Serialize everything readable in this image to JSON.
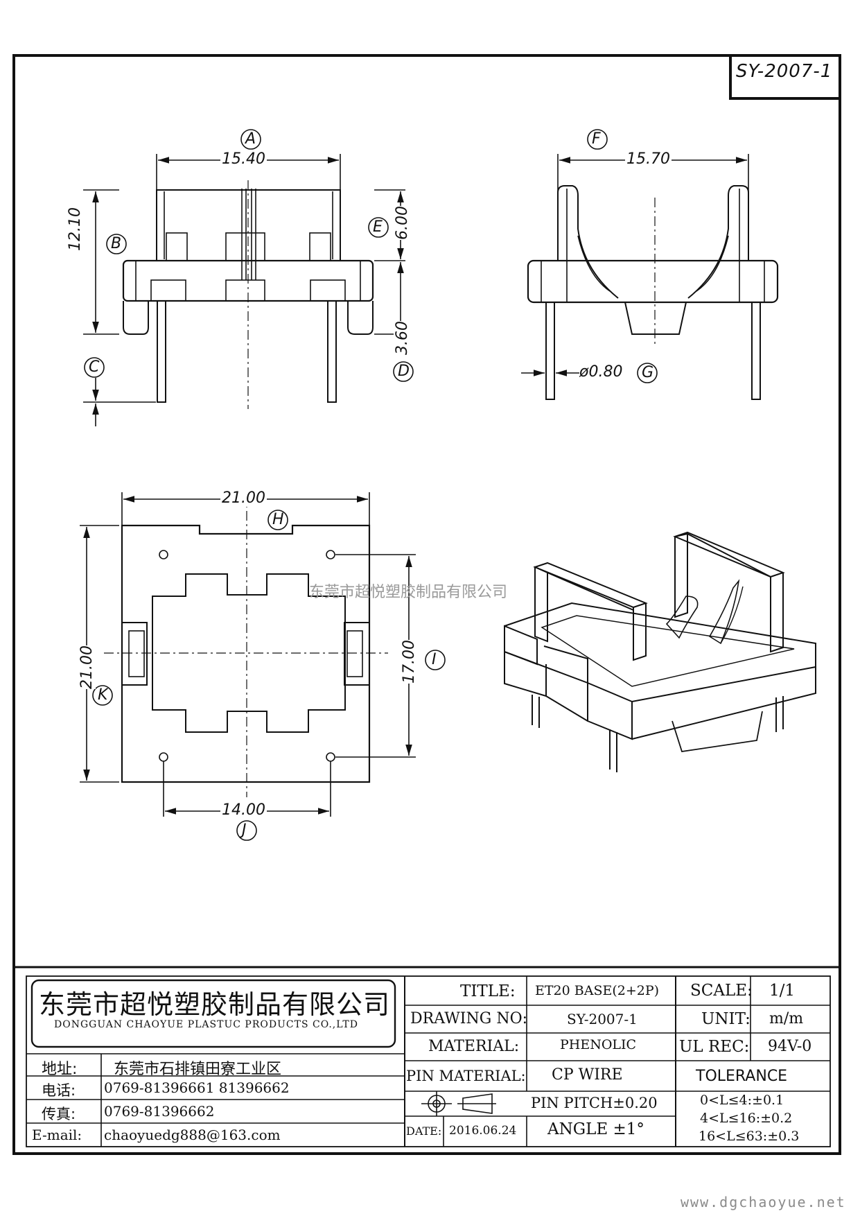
{
  "drawing_number_tag": "SY-2007-1",
  "views": {
    "front": {
      "label_a": "A",
      "dim_width": "15.40",
      "label_b": "B",
      "label_c": "C",
      "dim_height": "12.10",
      "label_e": "E",
      "dim_top": "6.00",
      "label_d": "D",
      "dim_bottom": "3.60"
    },
    "side": {
      "label_f": "F",
      "dim_width": "15.70",
      "label_g": "G",
      "dim_pin": "ø0.80"
    },
    "bottom": {
      "dim_width": "21.00",
      "label_h": "H",
      "dim_height": "21.00",
      "label_k": "K",
      "dim_inner": "17.00",
      "label_i": "I",
      "dim_pitch": "14.00",
      "label_j": "J"
    }
  },
  "watermark": "东莞市超悦塑胶制品有限公司",
  "title_block": {
    "company_cn": "东莞市超悦塑胶制品有限公司",
    "company_en": "DONGGUAN CHAOYUE PLASTUC PRODUCTS CO.,LTD",
    "address_label": "地址:",
    "address_value": "东莞市石排镇田寮工业区",
    "phone_label": "电话:",
    "phone_value": "0769-81396661  81396662",
    "fax_label": "传真:",
    "fax_value": "0769-81396662",
    "email_label": "E-mail:",
    "email_value": "chaoyuedg888@163.com",
    "title_label": "TITLE:",
    "title_value": "ET20 BASE(2+2P)",
    "drawing_no_label": "DRAWING NO:",
    "drawing_no_value": "SY-2007-1",
    "material_label": "MATERIAL:",
    "material_value": "PHENOLIC",
    "pin_material_label": "PIN MATERIAL:",
    "pin_material_value": "CP WIRE",
    "pin_pitch": "PIN PITCH±0.20",
    "date_label": "DATE:",
    "date_value": "2016.06.24",
    "angle": "ANGLE  ±1°",
    "scale_label": "SCALE:",
    "scale_value": "1/1",
    "unit_label": "UNIT:",
    "unit_value": "m/m",
    "ul_label": "UL REC:",
    "ul_value": "94V-0",
    "tolerance_label": "TOLERANCE",
    "tolerance_1": "0<L≤4:±0.1",
    "tolerance_2": "4<L≤16:±0.2",
    "tolerance_3": "16<L≤63:±0.3"
  },
  "footer_url": "www.dgchaoyue.net"
}
